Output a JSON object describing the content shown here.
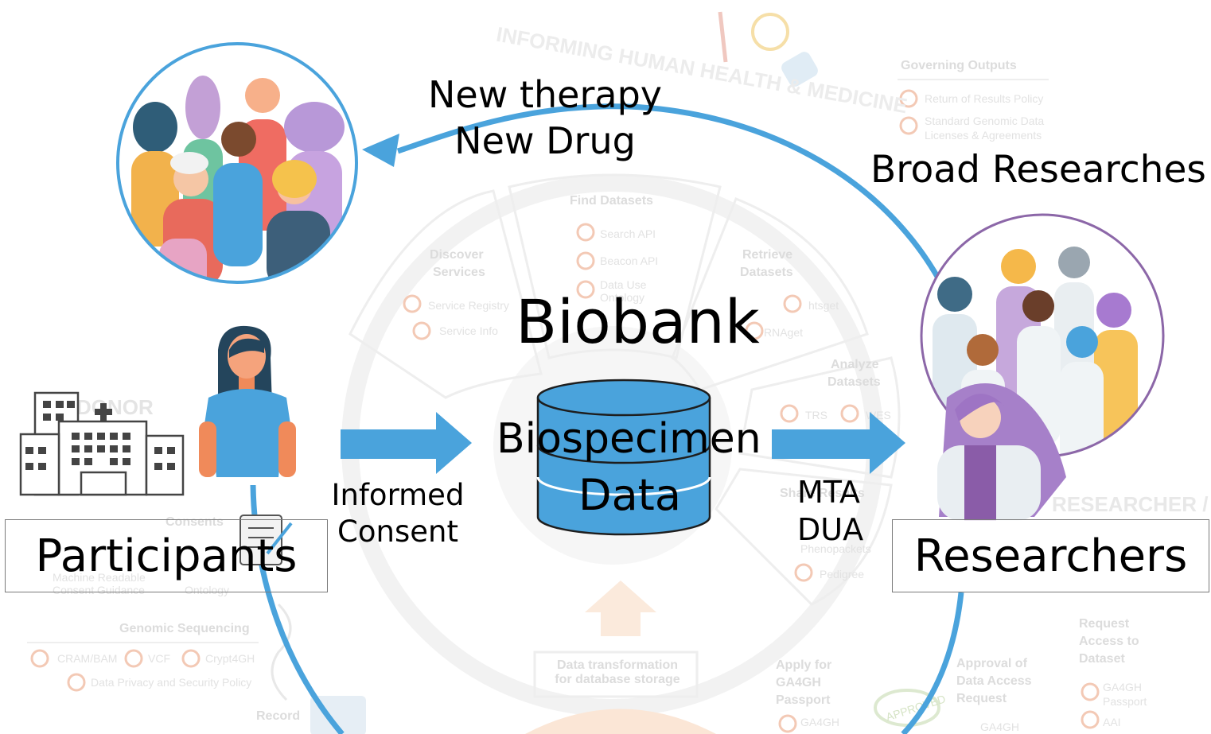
{
  "title": "Biobank",
  "cylinder": {
    "line1": "Biospecimen",
    "line2": "Data"
  },
  "top_caption": {
    "line1": "New therapy",
    "line2": "New Drug"
  },
  "right_caption": "Broad Researches",
  "consent": {
    "line1": "Informed",
    "line2": "Consent"
  },
  "agreement": {
    "line1": "MTA",
    "line2": "DUA"
  },
  "participants_label": "Participants",
  "researchers_label": "Researchers",
  "background": {
    "arc_text": "INFORMING HUMAN HEALTH & MEDICINE",
    "governing": {
      "title": "Governing Outputs",
      "items": [
        "Return of Results Policy",
        "Standard Genomic Data",
        "Licenses & Agreements"
      ]
    },
    "find": {
      "title": "Find Datasets",
      "items": [
        "Search API",
        "Beacon API",
        "Data Use",
        "Ontology"
      ]
    },
    "discover": {
      "title1": "Discover",
      "title2": "Services",
      "items": [
        "Service Registry",
        "Service Info"
      ]
    },
    "retrieve": {
      "title1": "Retrieve",
      "title2": "Datasets",
      "items": [
        "htsget",
        "RNAget"
      ]
    },
    "analyze": {
      "title1": "Analyze",
      "title2": "Datasets",
      "items": [
        "TRS",
        "WES"
      ]
    },
    "share": {
      "title": "Share Results",
      "items": [
        "Phenopackets",
        "Pedigree"
      ]
    },
    "donor": "DONOR",
    "consents": "Consents",
    "consent_items": [
      "Machine Readable",
      "Consent Guidance",
      "Ontology"
    ],
    "genomic": {
      "title": "Genomic Sequencing",
      "items": [
        "CRAM/BAM",
        "VCF",
        "Crypt4GH",
        "Data Privacy and Security Policy"
      ]
    },
    "record": "Record",
    "researcher": "RESEARCHER /",
    "transform": {
      "line1": "Data transformation",
      "line2": "for database storage"
    },
    "apply": {
      "line1": "Apply for",
      "line2": "GA4GH",
      "line3": "Passport",
      "item": "GA4GH"
    },
    "approval": {
      "line1": "Approval of",
      "line2": "Data Access",
      "line3": "Request",
      "item": "GA4GH"
    },
    "request": {
      "line1": "Request",
      "line2": "Access to",
      "line3": "Dataset",
      "items": [
        "GA4GH",
        "Passport",
        "AAI"
      ]
    },
    "approved": "APPROVED"
  },
  "colors": {
    "accent": "#4aa3dc",
    "ring_left": "#4aa3dc",
    "ring_right": "#8c67a8"
  }
}
